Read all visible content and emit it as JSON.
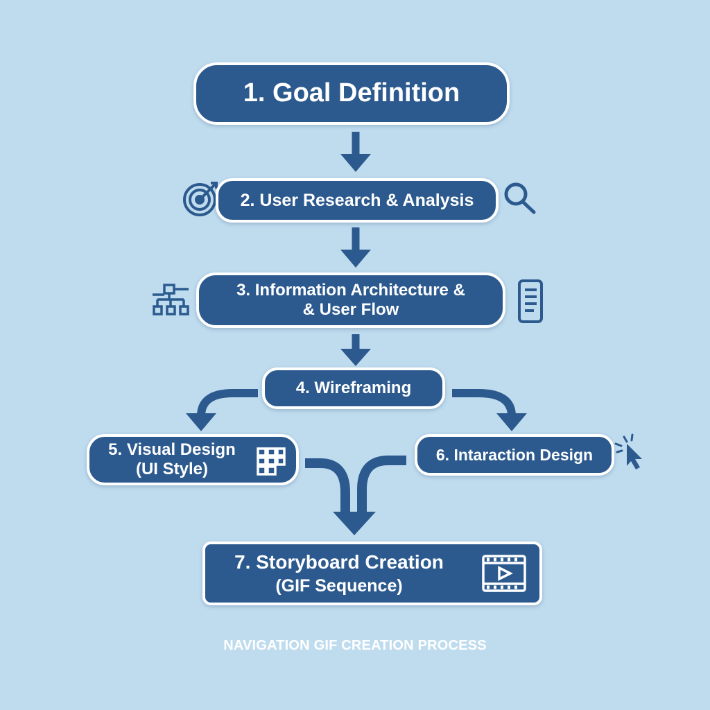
{
  "accent_color": "#2c5a8e",
  "background_color": "#bfdcef",
  "steps": [
    {
      "lines": [
        "1. Goal Definition"
      ]
    },
    {
      "lines": [
        "2. User Research & Analysis"
      ]
    },
    {
      "lines": [
        "3. Information Architecture &",
        "& User Flow"
      ]
    },
    {
      "lines": [
        "4. Wireframing"
      ]
    },
    {
      "lines": [
        "5. Visual Design",
        "(UI Style)"
      ]
    },
    {
      "lines": [
        "6. Intaraction Design"
      ]
    },
    {
      "lines": [
        "7. Storyboard Creation",
        "(GIF Sequence)"
      ]
    }
  ],
  "icons": {
    "goal": "target-icon",
    "research": "magnifier-icon",
    "architecture": "sitemap-icon",
    "flow": "mobile-document-icon",
    "visual": "grid-layout-icon",
    "interaction": "cursor-click-icon",
    "storyboard": "film-play-icon"
  },
  "caption": "NAVIGATION GIF CREATION PROCESS"
}
